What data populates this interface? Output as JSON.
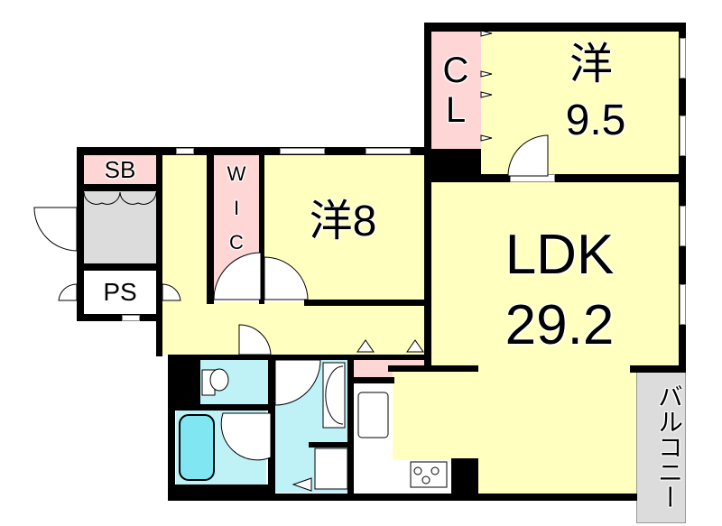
{
  "floorplan": {
    "rooms": {
      "western_room_1": {
        "label": "洋",
        "size": "9.5"
      },
      "closet": {
        "label_c": "C",
        "label_l": "L"
      },
      "western_room_2": {
        "label": "洋8"
      },
      "walk_in_closet": {
        "w": "W",
        "i": "I",
        "c": "C"
      },
      "ldk": {
        "label": "LDK",
        "size": "29.2"
      },
      "shoe_box": {
        "label": "SB"
      },
      "pipe_space": {
        "label": "PS"
      },
      "balcony": {
        "label": "バルコニー"
      }
    },
    "colors": {
      "room_fill": "#ffffc0",
      "storage_fill": "#ffd6d6",
      "wet_area_fill": "#bff2f7",
      "entrance_fill": "#dcdcdc",
      "wall": "#000000"
    }
  }
}
